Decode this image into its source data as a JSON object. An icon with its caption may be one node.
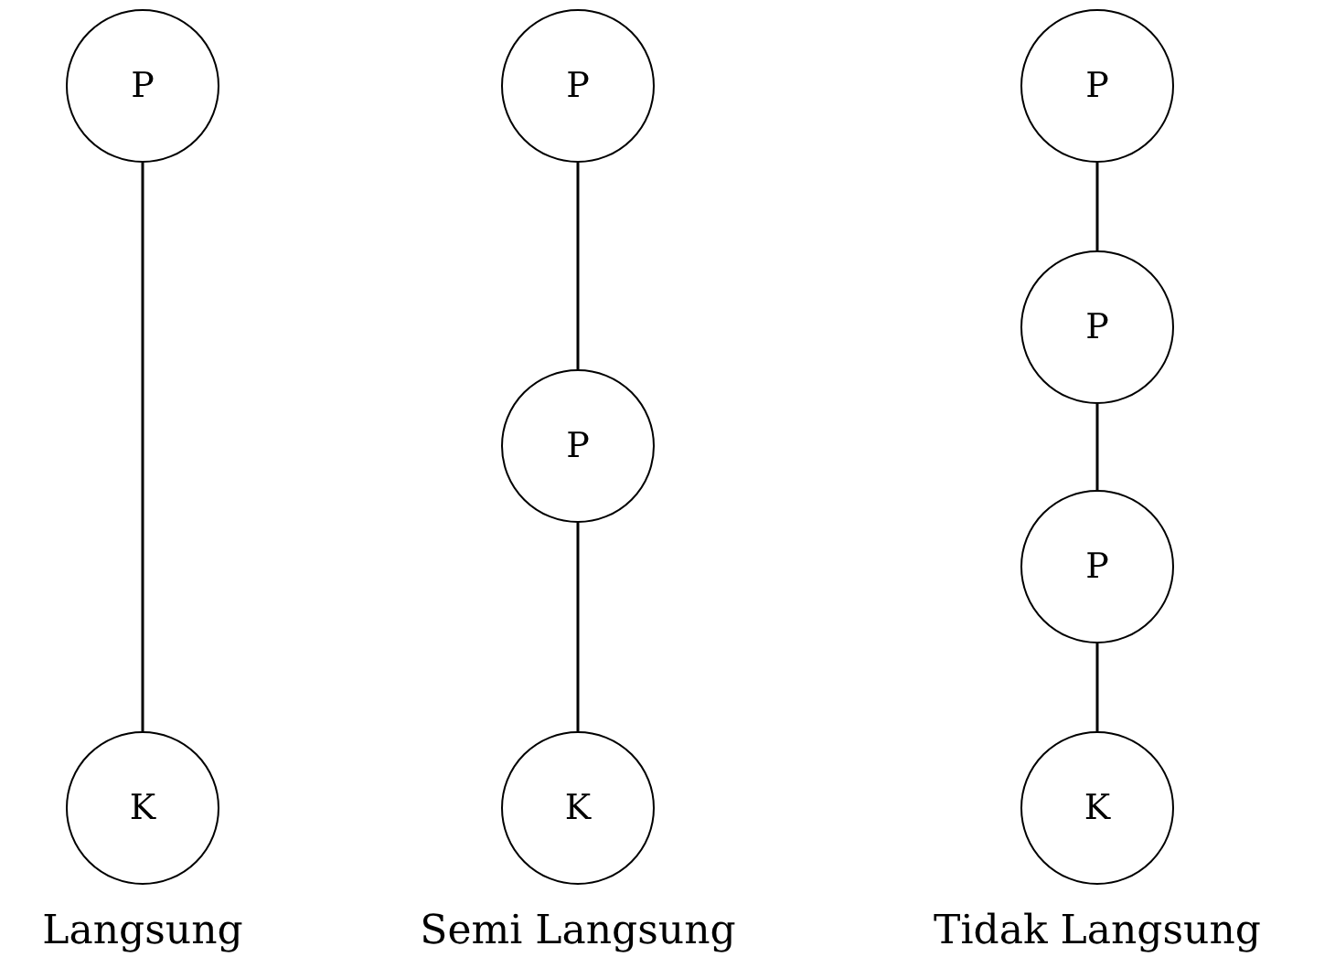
{
  "diagram": {
    "nodes": [
      {
        "text": [
          "P"
        ]
      },
      {
        "text": [
          "K"
        ]
      },
      {
        "text": [
          "P"
        ]
      },
      {
        "text": [
          "P"
        ]
      },
      {
        "text": [
          "K"
        ]
      },
      {
        "text": [
          "P"
        ]
      },
      {
        "text": [
          "P"
        ]
      },
      {
        "text": [
          "P"
        ]
      },
      {
        "text": [
          "K"
        ]
      }
    ],
    "edges": [
      {
        "from": 0,
        "to": 1,
        "arrow": "none"
      },
      {
        "from": 2,
        "to": 3,
        "arrow": "none"
      },
      {
        "from": 3,
        "to": 4,
        "arrow": "none"
      },
      {
        "from": 5,
        "to": 6,
        "arrow": "none"
      },
      {
        "from": 6,
        "to": 7,
        "arrow": "none"
      },
      {
        "from": 7,
        "to": 8,
        "arrow": "none"
      }
    ],
    "labels": [
      "Langsung",
      "Semi Langsung",
      "Tidak Langsung"
    ]
  }
}
